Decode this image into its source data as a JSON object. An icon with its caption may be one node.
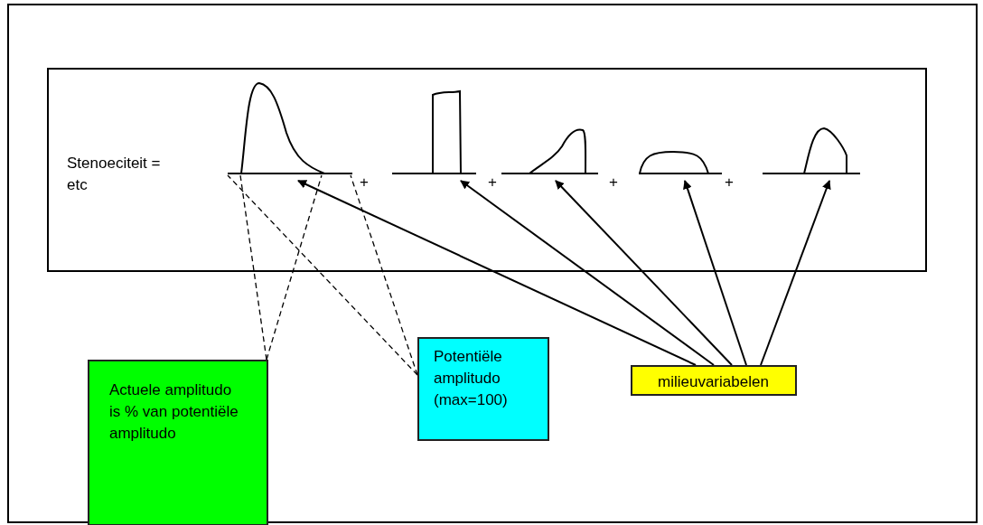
{
  "diagram": {
    "nodes": [
      {
        "text": [
          "Stenoeciteit = etc"
        ]
      },
      {
        "text": [],
        "shape": "curve",
        "in": 0
      },
      {
        "text": [],
        "shape": "curve",
        "in": 0
      },
      {
        "text": [],
        "shape": "curve",
        "in": 0
      },
      {
        "text": [],
        "shape": "curve",
        "in": 0
      },
      {
        "text": [],
        "shape": "curve",
        "in": 0
      },
      {
        "text": [
          "Actuele amplitudo is % van potentiële amplitudo"
        ]
      },
      {
        "text": [
          "Potentiële amplitudo (max=100)"
        ]
      },
      {
        "text": [
          "milieuvariabelen"
        ]
      }
    ],
    "edges": [
      {
        "from": 6,
        "to": 1,
        "arrow": "none",
        "style": "dashed"
      },
      {
        "from": 6,
        "to": 1,
        "arrow": "none",
        "style": "dashed"
      },
      {
        "from": 7,
        "to": 1,
        "arrow": "none",
        "style": "dashed"
      },
      {
        "from": 7,
        "to": 1,
        "arrow": "none",
        "style": "dashed"
      },
      {
        "from": 8,
        "to": 1,
        "arrow": "to"
      },
      {
        "from": 8,
        "to": 2,
        "arrow": "to"
      },
      {
        "from": 8,
        "to": 3,
        "arrow": "to"
      },
      {
        "from": 8,
        "to": 4,
        "arrow": "to"
      },
      {
        "from": 8,
        "to": 5,
        "arrow": "to"
      }
    ],
    "labels": [
      "+",
      "+",
      "+",
      "+"
    ]
  }
}
